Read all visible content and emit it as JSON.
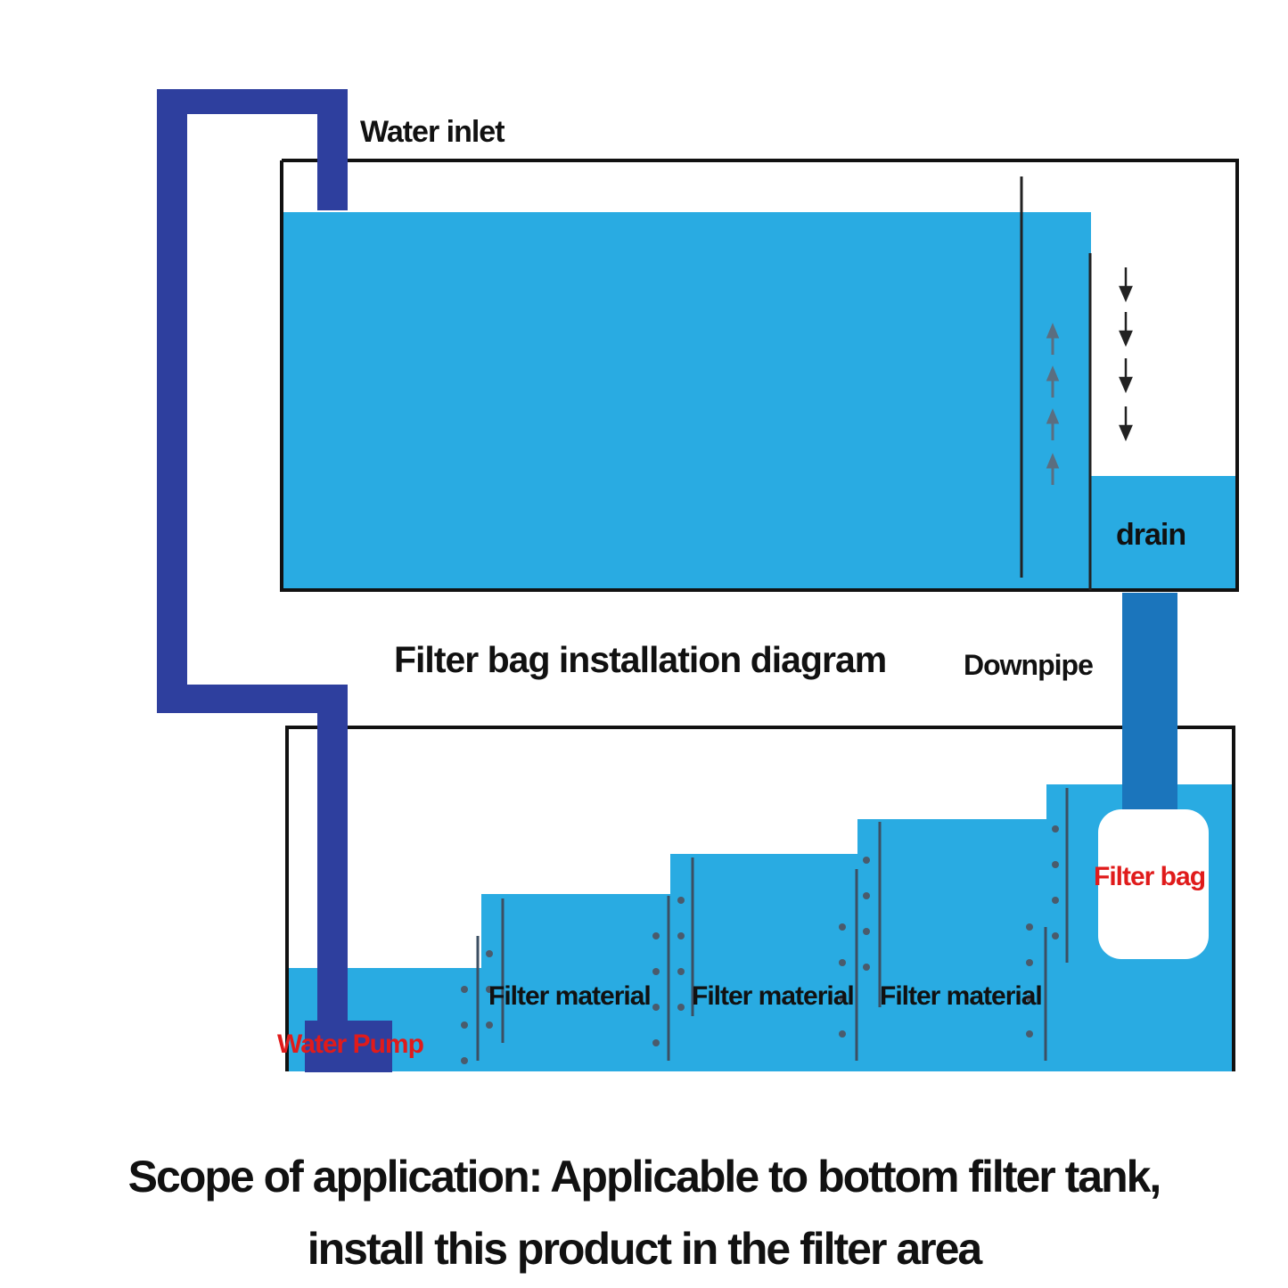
{
  "labels": {
    "water_inlet": "Water inlet",
    "drain": "drain",
    "title": "Filter bag installation diagram",
    "downpipe": "Downpipe",
    "filter_bag": "Filter bag",
    "filter_material": [
      "Filter material",
      "Filter material",
      "Filter material"
    ],
    "water_pump": "Water Pump"
  },
  "caption": {
    "line1": "Scope of application: Applicable to bottom filter tank,",
    "line2": "install this product in the filter area"
  },
  "colors": {
    "water": "#29abe2",
    "pipe": "#2e3f9e",
    "downpipe": "#1b75bc",
    "outline": "#111111",
    "label_dark": "#111111",
    "label_red": "#e01b1b"
  }
}
